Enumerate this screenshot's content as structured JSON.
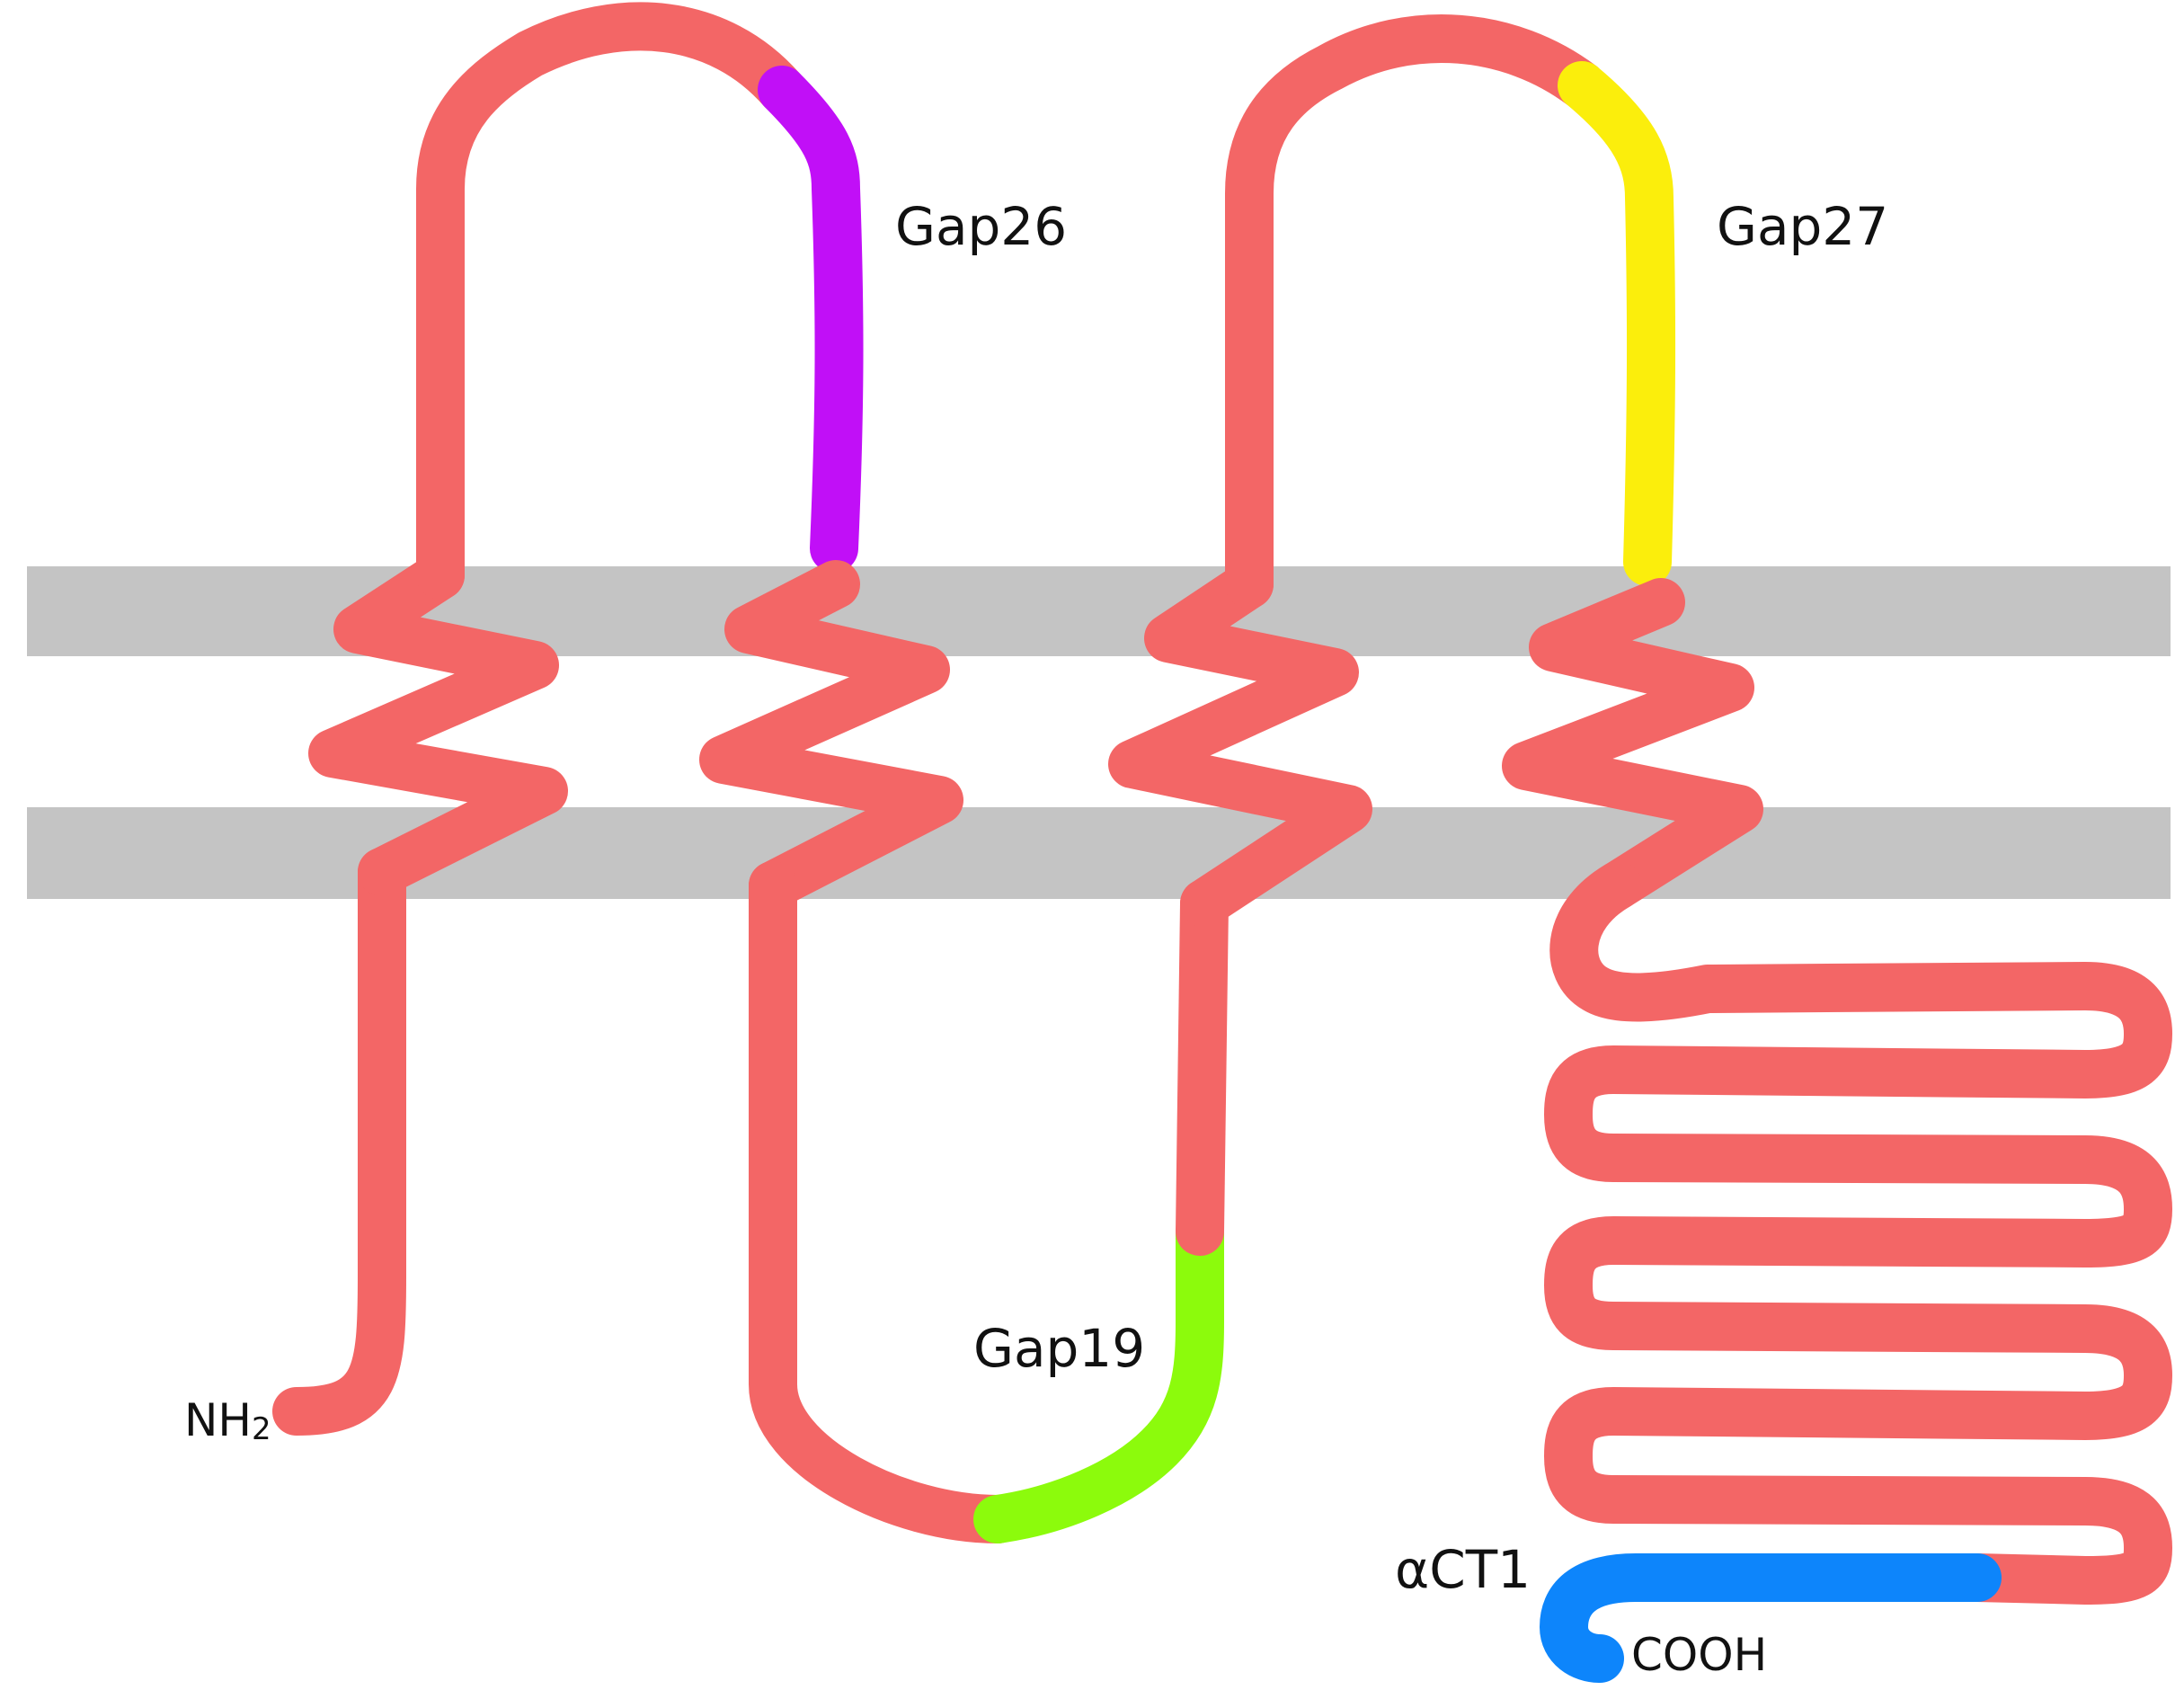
{
  "colors": {
    "membrane": "#c4c4c4",
    "protein": "#f36666",
    "gap26": "#c10ff7",
    "gap27": "#fbee0c",
    "gap19": "#8cfb0c",
    "act1": "#0d85fb"
  },
  "labels": {
    "gap26": "Gap26",
    "gap27": "Gap27",
    "gap19": "Gap19",
    "nh2_main": "NH",
    "nh2_sub": "2",
    "act1": "αCT1",
    "cooh": "COOH"
  }
}
